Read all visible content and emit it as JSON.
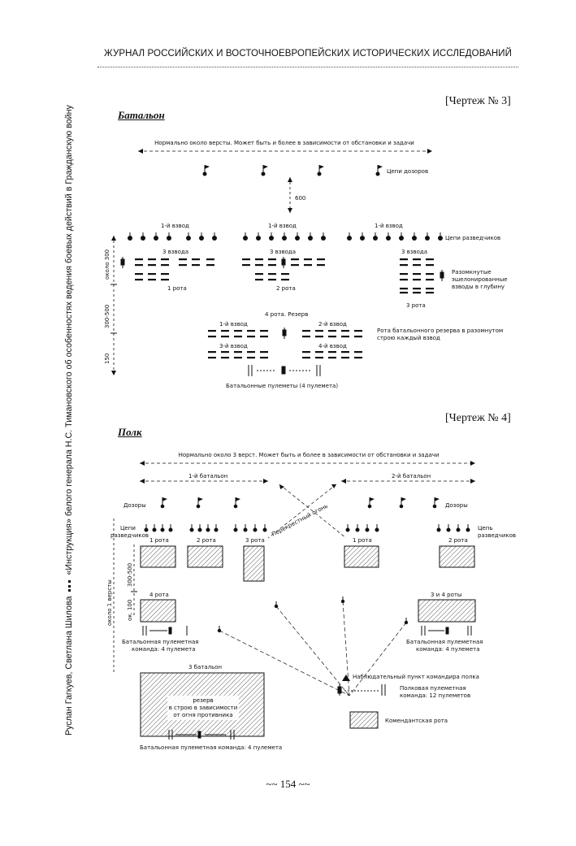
{
  "header": {
    "journal_title": "ЖУРНАЛ РОССИЙСКИХ И ВОСТОЧНОЕВРОПЕЙСКИХ ИСТОРИЧЕСКИХ ИССЛЕДОВАНИЙ"
  },
  "sidebar": {
    "authors": "Руслан Гагкуев, Светлана Шилова",
    "article_title": "«Инструкция» белого генерала Н.С. Тимановского об особенностях ведения боевых действий в Гражданскую войну"
  },
  "figure3": {
    "ref": "[Чертеж № 3]",
    "section": "Батальон",
    "distance_note": "Нормально около версты. Может быть и более в зависимости от обстановки и задачи",
    "patrols_label": "Цепи дозоров",
    "dist_600": "600",
    "platoon_1": "1-й взвод",
    "scouts_label": "Цепи разведчиков",
    "three_platoons": "3 взвода",
    "company_1": "1 рота",
    "company_2": "2 рота",
    "company_3": "3 рота",
    "dispersed_label": "Разомкнутые эшелонированные взводы в глубину",
    "dist_300": "около 300",
    "dist_300_500": "300-500",
    "dist_150": "150",
    "reserve_title": "4 рота. Резерв",
    "platoon_2": "2-й взвод",
    "platoon_3": "3-й взвод",
    "platoon_4": "4-й взвод",
    "reserve_label": "Рота батальонного резерва в разомнутом строю каждый взвод",
    "mg_label": "Батальонные пулеметы (4 пулемета)"
  },
  "figure4": {
    "ref": "[Чертеж № 4]",
    "section": "Полк",
    "distance_note": "Нормально около 3 верст. Может быть и более в зависимости от обстановки и задачи",
    "battalion_1": "1-й батальон",
    "battalion_2": "2-й батальон",
    "patrols": "Дозоры",
    "cross_fire": "Перекрестный огонь",
    "scouts_left": "Цепи разведчиков",
    "scouts_right": "Цепь разведчиков",
    "company_1": "1 рота",
    "company_2": "2 рота",
    "company_3": "3 рота",
    "company_4": "4 рота",
    "companies_3_4": "3 и 4 роты",
    "about_1_verst": "около 1 версты",
    "dist_300_500": "300-500",
    "dist_100": "ок. 100",
    "mg_team": "Батальонная пулеметная команда: 4 пулемета",
    "battalion_3": "3 батальон",
    "reserve_text": "резерв в строю в зависимости от огня противника",
    "observation_post": "Наблюдательный пункт командира полка",
    "regiment_mg": "Полковая пулеметная команда: 12 пулеметов",
    "commandant_company": "Комендантская рота",
    "mg_team_bottom": "Батальонная пулеметная команда: 4 пулемета"
  },
  "footer": {
    "page_number": "154"
  }
}
